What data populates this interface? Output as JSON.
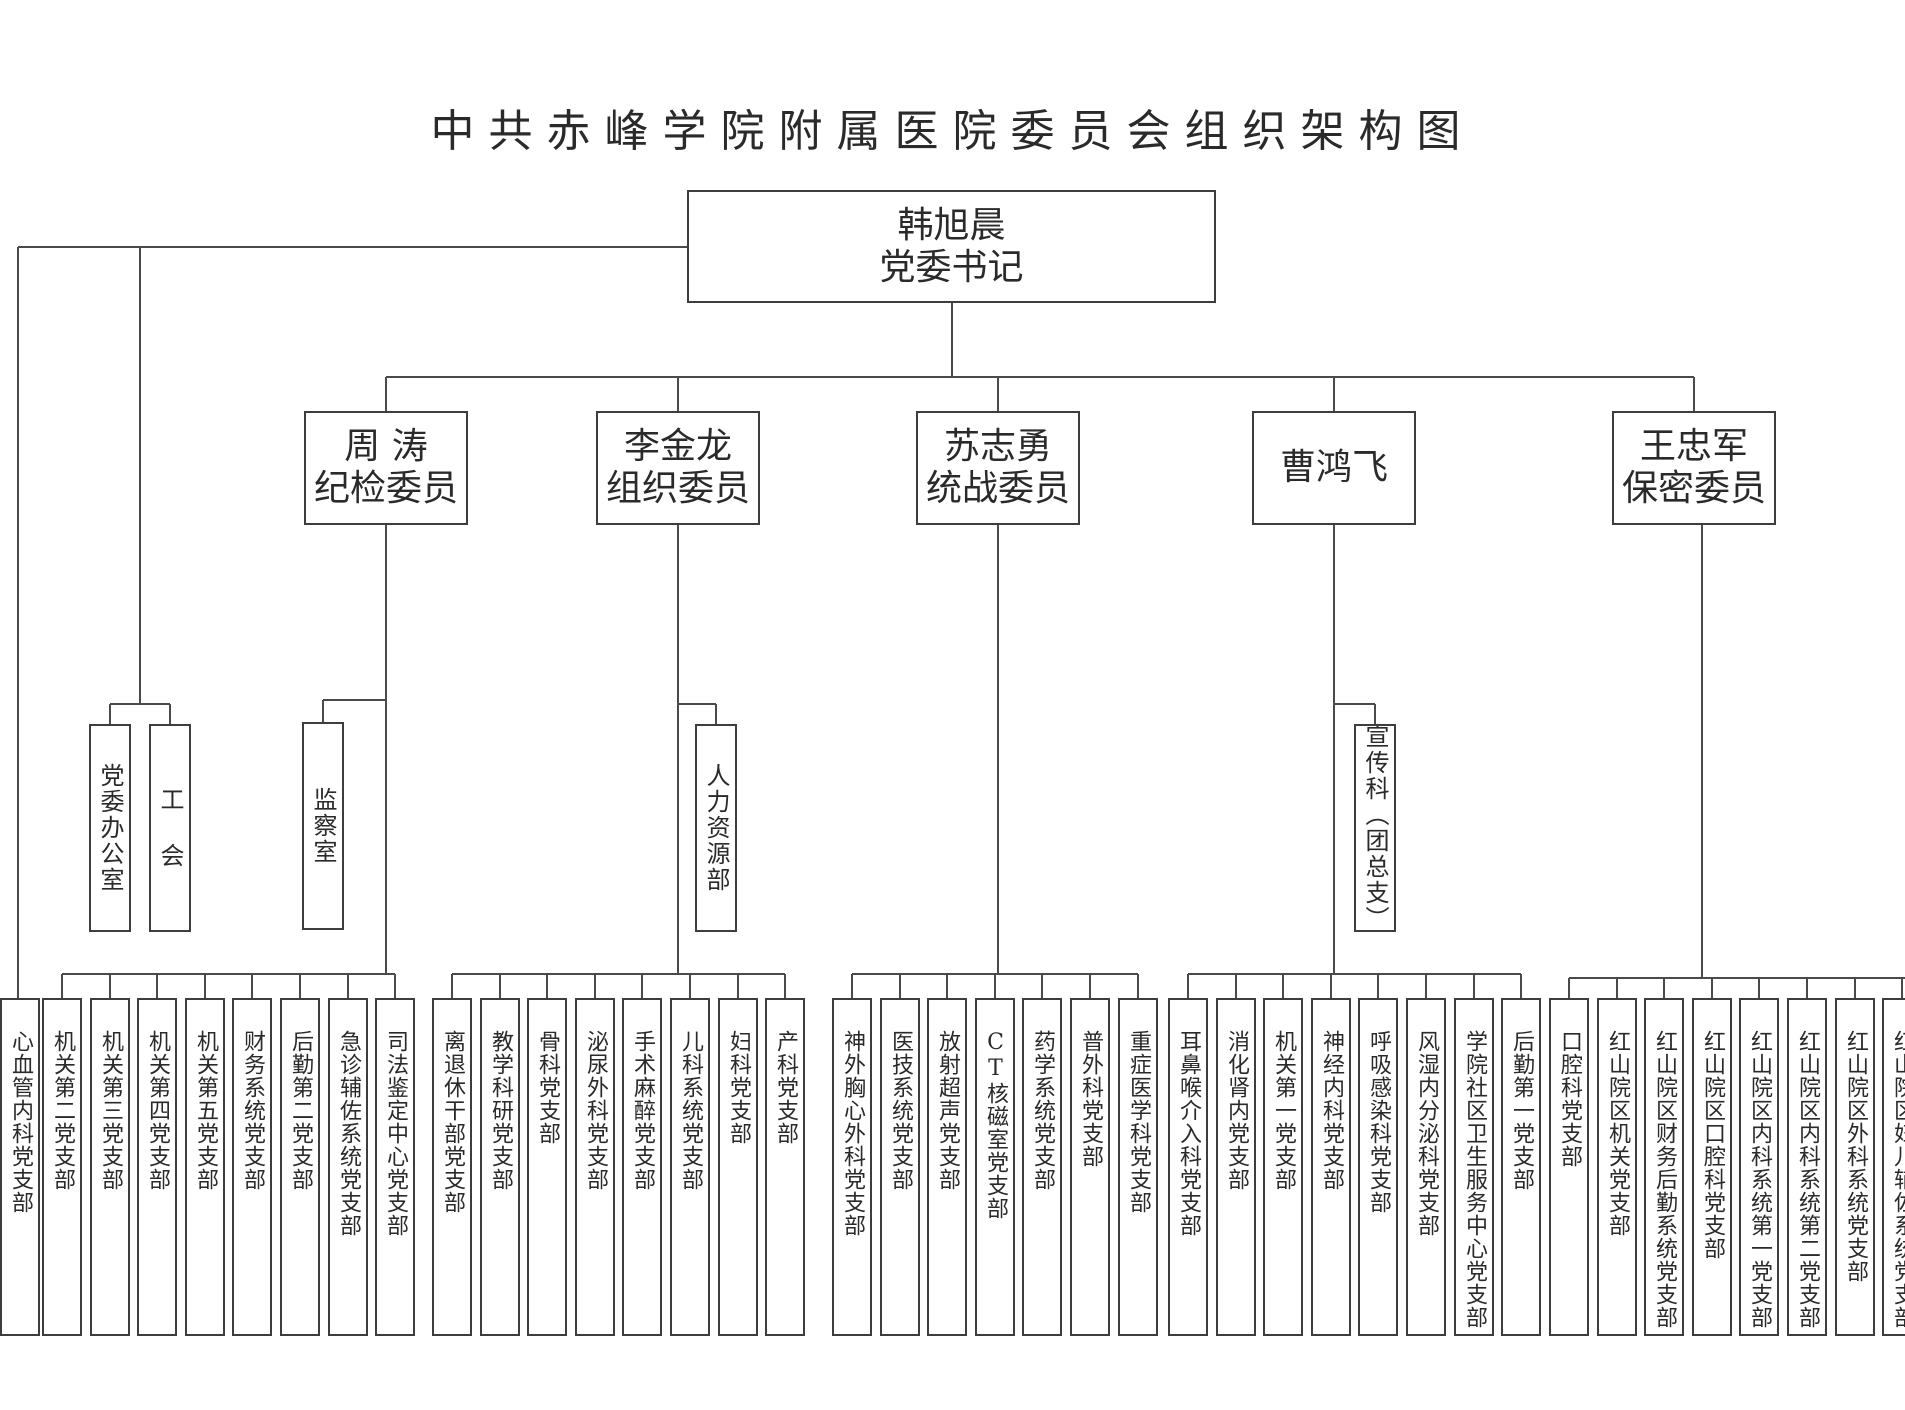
{
  "title": "中共赤峰学院附属医院委员会组织架构图",
  "root": {
    "name": "韩旭晨",
    "role": "党委书记"
  },
  "committee": [
    {
      "name": "周 涛",
      "role": "纪检委员"
    },
    {
      "name": "李金龙",
      "role": "组织委员"
    },
    {
      "name": "苏志勇",
      "role": "统战委员"
    },
    {
      "name": "曹鸿飞",
      "role": ""
    },
    {
      "name": "王忠军",
      "role": "保密委员"
    }
  ],
  "departments": {
    "secretary": [
      "党委办公室",
      "工 会"
    ],
    "zhou": [
      "监察室"
    ],
    "li": [
      "人力资源部"
    ],
    "cao": [
      "宣传科（团总支）"
    ]
  },
  "branches": {
    "secretary": [
      "心血管内科党支部"
    ],
    "zhou": [
      "机关第二党支部",
      "机关第三党支部",
      "机关第四党支部",
      "机关第五党支部",
      "财务系统党支部",
      "后勤第二党支部",
      "急诊辅佐系统党支部",
      "司法鉴定中心党支部"
    ],
    "li": [
      "离退休干部党支部",
      "教学科研党支部",
      "骨科党支部",
      "泌尿外科党支部",
      "手术麻醉党支部",
      "儿科系统党支部",
      "妇科党支部",
      "产科党支部"
    ],
    "su": [
      "神外胸心外科党支部",
      "医技系统党支部",
      "放射超声党支部",
      "CT核磁室党支部",
      "药学系统党支部",
      "普外科党支部",
      "重症医学科党支部"
    ],
    "cao": [
      "耳鼻喉介入科党支部",
      "消化肾内党支部",
      "机关第一党支部",
      "神经内科党支部",
      "呼吸感染科党支部",
      "风湿内分泌科党支部",
      "学院社区卫生服务中心党支部",
      "后勤第一党支部"
    ],
    "wang": [
      "口腔科党支部",
      "红山院区机关党支部",
      "红山院区财务后勤系统党支部",
      "红山院区口腔科党支部",
      "红山院区内科系统第一党支部",
      "红山院区内科系统第二党支部",
      "红山院区外科系统党支部",
      "红山院区妇儿辅佐系统党支部"
    ]
  }
}
